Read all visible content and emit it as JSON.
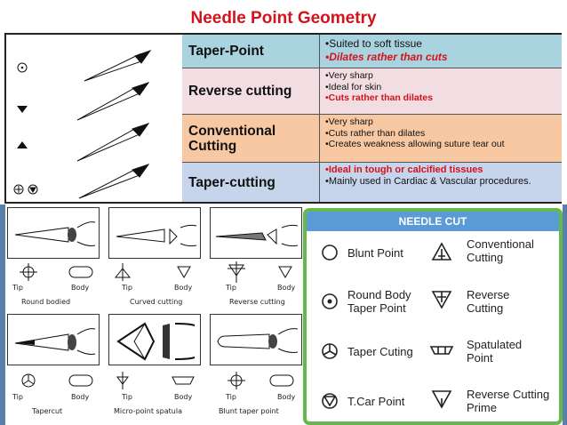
{
  "title": "Needle Point Geometry",
  "table": [
    {
      "name": "Taper-Point",
      "bullets": [
        {
          "text": "•Suited to soft tissue",
          "red": false
        },
        {
          "text": "•Dilates rather than cuts",
          "red": true
        }
      ]
    },
    {
      "name": "Reverse cutting",
      "bullets": [
        {
          "text": "•Very sharp",
          "red": false
        },
        {
          "text": "•Ideal for skin",
          "red": false
        },
        {
          "text": "•Cuts rather than dilates",
          "red": true
        }
      ]
    },
    {
      "name": "Conventional Cutting",
      "bullets": [
        {
          "text": "•Very sharp",
          "red": false
        },
        {
          "text": "•Cuts rather than dilates",
          "red": false
        },
        {
          "text": "•Creates weakness allowing suture tear out",
          "red": false
        }
      ]
    },
    {
      "name": "Taper-cutting",
      "bullets": [
        {
          "text": "•Ideal in tough or calcified tissues",
          "red": true
        },
        {
          "text": "•Mainly used in Cardiac & Vascular procedures.",
          "red": false
        }
      ]
    }
  ],
  "panels": [
    {
      "tip": "Tip",
      "body": "Body",
      "caption": "Round bodied"
    },
    {
      "tip": "Tip",
      "body": "Body",
      "caption": "Curved cutting"
    },
    {
      "tip": "Tip",
      "body": "Body",
      "caption": "Reverse cutting"
    },
    {
      "tip": "Tip",
      "body": "Body",
      "caption": "Tapercut"
    },
    {
      "tip": "Tip",
      "body": "Body",
      "caption": "Micro-point spatula"
    },
    {
      "tip": "Tip",
      "body": "Body",
      "caption": "Blunt taper point"
    }
  ],
  "needle_cut": {
    "header": "NEEDLE CUT",
    "items": [
      {
        "label": "Blunt Point",
        "icon": "blunt-point-icon"
      },
      {
        "label": "Conventional Cutting",
        "icon": "conventional-cutting-icon"
      },
      {
        "label": "Round Body Taper Point",
        "icon": "round-body-taper-icon"
      },
      {
        "label": "Reverse Cutting",
        "icon": "reverse-cutting-icon"
      },
      {
        "label": "Taper Cuting",
        "icon": "taper-cutting-icon"
      },
      {
        "label": "Spatulated Point",
        "icon": "spatulated-point-icon"
      },
      {
        "label": "T.Car Point",
        "icon": "tcar-point-icon"
      },
      {
        "label": "Reverse Cutting Prime",
        "icon": "reverse-cutting-prime-icon"
      }
    ]
  }
}
